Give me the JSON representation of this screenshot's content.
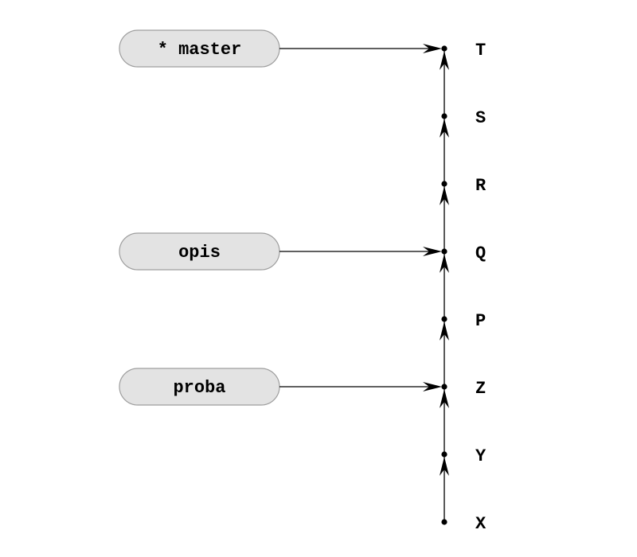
{
  "commits": [
    {
      "id": "T"
    },
    {
      "id": "S"
    },
    {
      "id": "R"
    },
    {
      "id": "Q"
    },
    {
      "id": "P"
    },
    {
      "id": "Z"
    },
    {
      "id": "Y"
    },
    {
      "id": "X"
    }
  ],
  "branches": [
    {
      "label": "* master",
      "target": "T"
    },
    {
      "label": "opis",
      "target": "Q"
    },
    {
      "label": "proba",
      "target": "Z"
    }
  ]
}
